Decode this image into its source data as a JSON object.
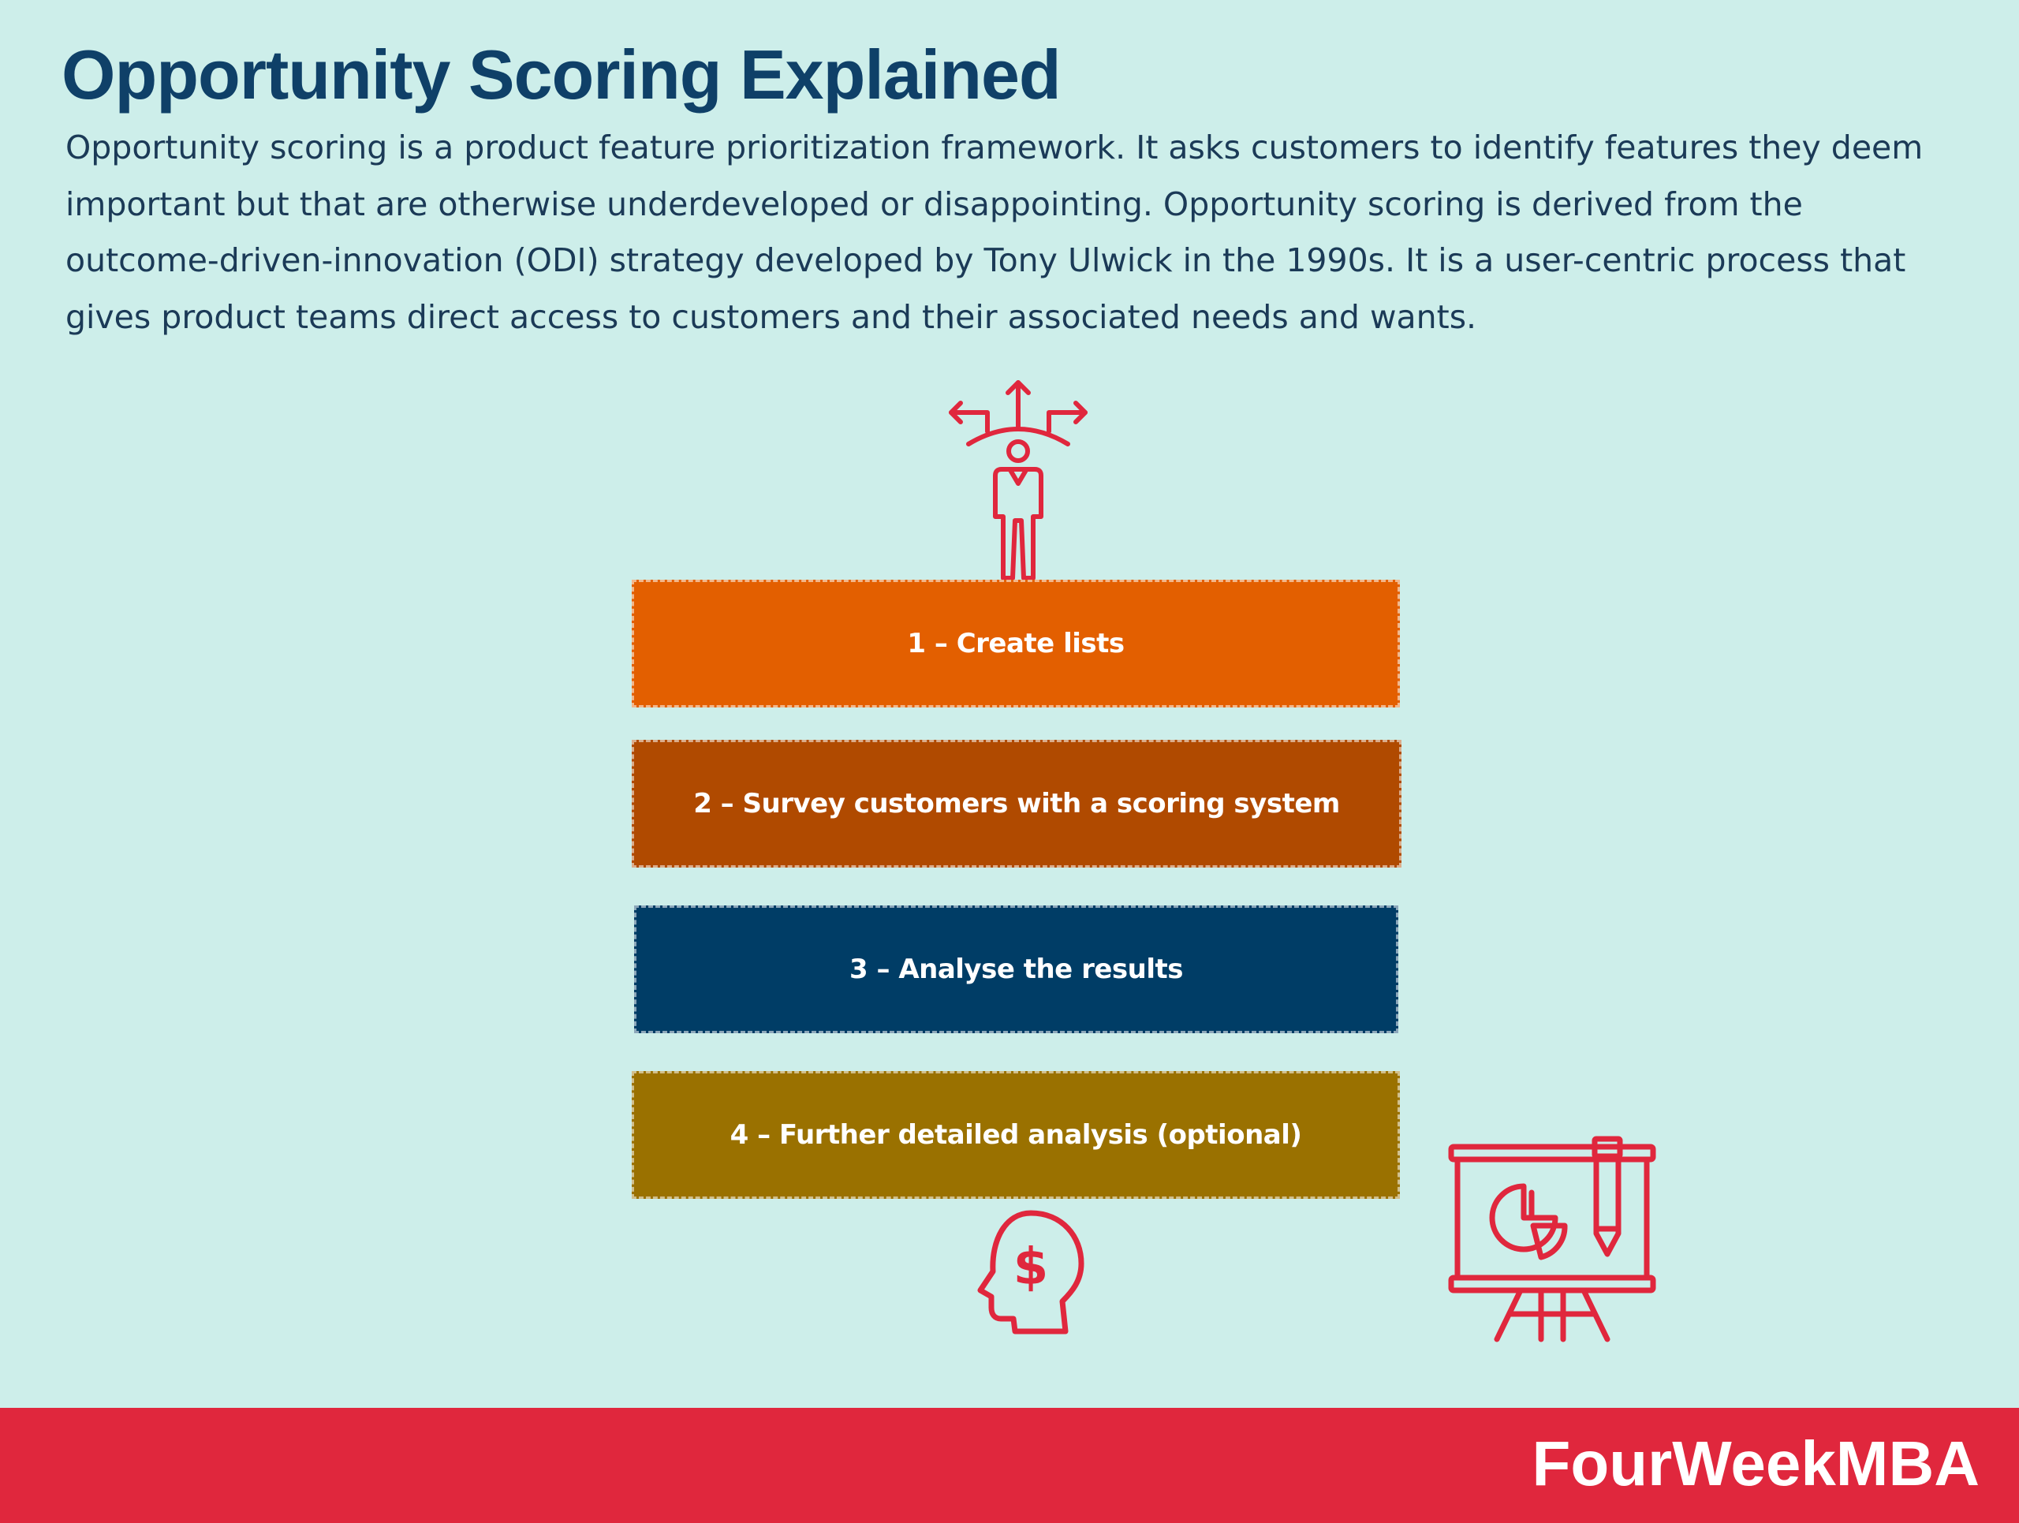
{
  "header": {
    "title": "Opportunity Scoring Explained"
  },
  "description": "Opportunity scoring is a product feature prioritization framework. It asks customers to identify features they deem important but that are otherwise underdeveloped or disappointing. Opportunity scoring is derived from the outcome-driven-innovation (ODI) strategy developed by Tony Ulwick in the 1990s. It is a user-centric process that gives product teams direct access to customers and their associated needs and wants.",
  "steps": [
    {
      "label": "1 – Create lists",
      "color": "#e35f00"
    },
    {
      "label": "2 – Survey customers with a scoring system",
      "color": "#b04a00"
    },
    {
      "label": "3 – Analyse the results",
      "color": "#003d66"
    },
    {
      "label": "4 – Further detailed analysis (optional)",
      "color": "#9a7100"
    }
  ],
  "icons": {
    "top": "person-crossroads-icon",
    "bottom": "head-dollar-icon",
    "side": "presentation-easel-icon",
    "color": "#e0273d"
  },
  "colors": {
    "background": "#cdeeea",
    "title": "#0f4068",
    "footer": "#e0273d"
  },
  "footer": {
    "brand": "FourWeekMBA"
  }
}
